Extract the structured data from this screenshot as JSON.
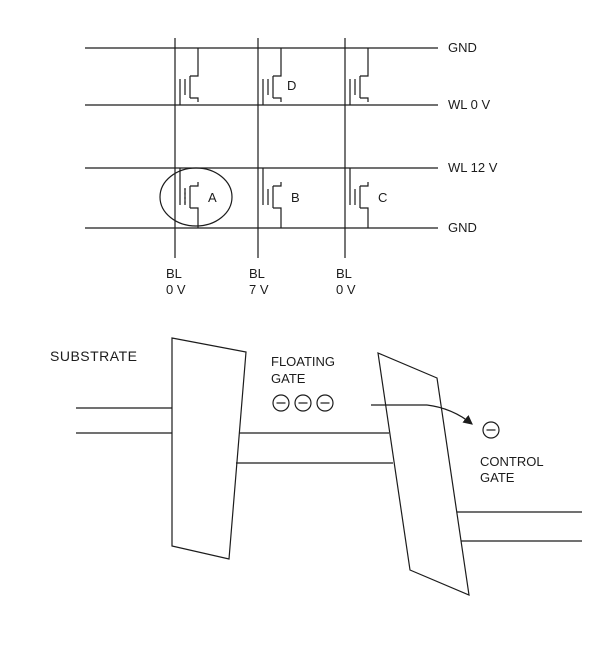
{
  "memory_array": {
    "line_labels": [
      "GND",
      "WL 0 V",
      "WL 12 V",
      "GND"
    ],
    "bit_lines": [
      {
        "label": "BL",
        "voltage": "0 V"
      },
      {
        "label": "BL",
        "voltage": "7 V"
      },
      {
        "label": "BL",
        "voltage": "0 V"
      }
    ],
    "cell_labels": {
      "A": "A",
      "B": "B",
      "C": "C",
      "D": "D"
    }
  },
  "band_diagram": {
    "substrate_label": "SUBSTRATE",
    "floating_gate_label": [
      "FLOATING",
      "GATE"
    ],
    "control_gate_label": [
      "CONTROL",
      "GATE"
    ]
  },
  "colors": {
    "ink": "#1c1c1c",
    "background": "#ffffff"
  }
}
